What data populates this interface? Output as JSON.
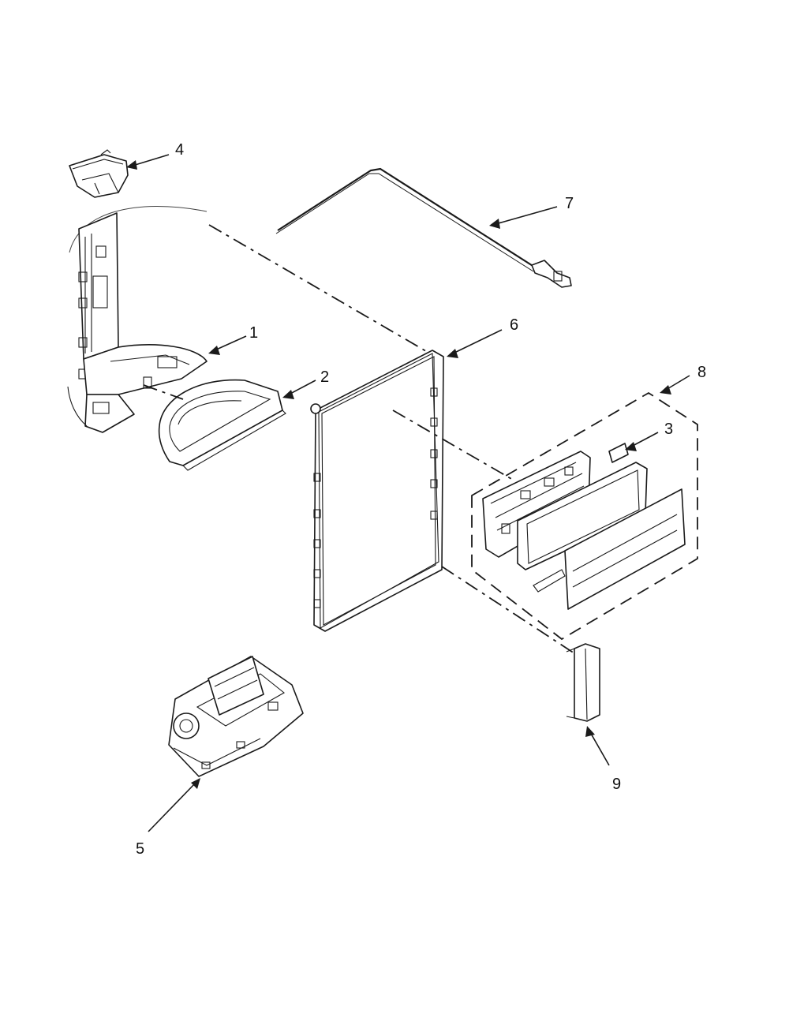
{
  "diagram": {
    "callouts": [
      {
        "id": "1",
        "label": "1"
      },
      {
        "id": "2",
        "label": "2"
      },
      {
        "id": "3",
        "label": "3"
      },
      {
        "id": "4",
        "label": "4"
      },
      {
        "id": "5",
        "label": "5"
      },
      {
        "id": "6",
        "label": "6"
      },
      {
        "id": "7",
        "label": "7"
      },
      {
        "id": "8",
        "label": "8"
      },
      {
        "id": "9",
        "label": "9"
      }
    ],
    "colors": {
      "line": "#1a1a1a",
      "background": "#ffffff"
    }
  }
}
